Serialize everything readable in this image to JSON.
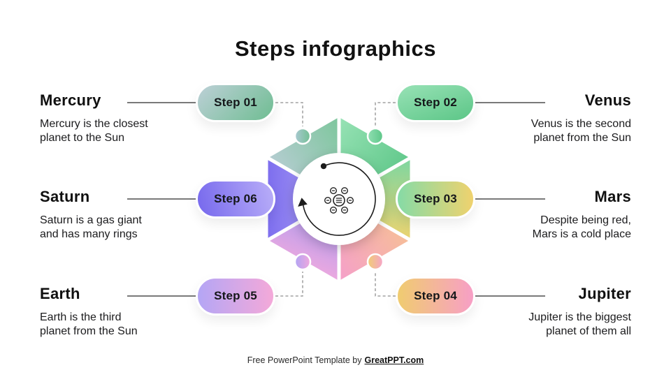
{
  "title": "Steps infographics",
  "steps": [
    {
      "label": "Step 01",
      "planet": "Mercury",
      "desc1": "Mercury is the closest",
      "desc2": "planet to the Sun",
      "color_from": "#bdd0d7",
      "color_to": "#6fbd92"
    },
    {
      "label": "Step 02",
      "planet": "Venus",
      "desc1": "Venus is the second",
      "desc2": "planet from the Sun",
      "color_from": "#98e2b6",
      "color_to": "#5cc687"
    },
    {
      "label": "Step 03",
      "planet": "Mars",
      "desc1": "Despite being red,",
      "desc2": "Mars is a cold place",
      "color_from": "#86dba6",
      "color_to": "#efd26e"
    },
    {
      "label": "Step 04",
      "planet": "Jupiter",
      "desc1": "Jupiter is the biggest",
      "desc2": "planet of them all",
      "color_from": "#f0cc70",
      "color_to": "#f79fc6"
    },
    {
      "label": "Step 05",
      "planet": "Earth",
      "desc1": "Earth is the third",
      "desc2": "planet from the Sun",
      "color_from": "#b4a6f5",
      "color_to": "#f4a9d9"
    },
    {
      "label": "Step 06",
      "planet": "Saturn",
      "desc1": "Saturn is a gas giant",
      "desc2": "and has many rings",
      "color_from": "#7668ed",
      "color_to": "#b9aef8"
    }
  ],
  "hexagon": {
    "segments": [
      {
        "name": "top-left",
        "from": "#b9cdd5",
        "to": "#7cc69b"
      },
      {
        "name": "top-right",
        "from": "#97e2b5",
        "to": "#5cc687"
      },
      {
        "name": "right",
        "from": "#7ed6a0",
        "to": "#eed36f"
      },
      {
        "name": "bottom-right",
        "from": "#f6bd9a",
        "to": "#f5a0c9"
      },
      {
        "name": "bottom-left",
        "from": "#a89af2",
        "to": "#f7abdc"
      },
      {
        "name": "left",
        "from": "#7c6dee",
        "to": "#b9adf7"
      }
    ],
    "connector_circles": [
      {
        "name": "top-left",
        "from": "#aac9d2",
        "to": "#72bf93"
      },
      {
        "name": "top-right",
        "from": "#90dfb2",
        "to": "#5cc687"
      },
      {
        "name": "bottom-left",
        "from": "#b2a4f4",
        "to": "#f0a8dd"
      },
      {
        "name": "bottom-right",
        "from": "#f0cd74",
        "to": "#f6a3c9"
      }
    ],
    "icons": {
      "center": "hub-network-icon",
      "cycle": "cycle-arrow-icon"
    },
    "line_color": "#2b2b2b",
    "dash_color": "#8f8f8f"
  },
  "footer": {
    "prefix": "Free PowerPoint Template by",
    "link": "GreatPPT.com"
  }
}
